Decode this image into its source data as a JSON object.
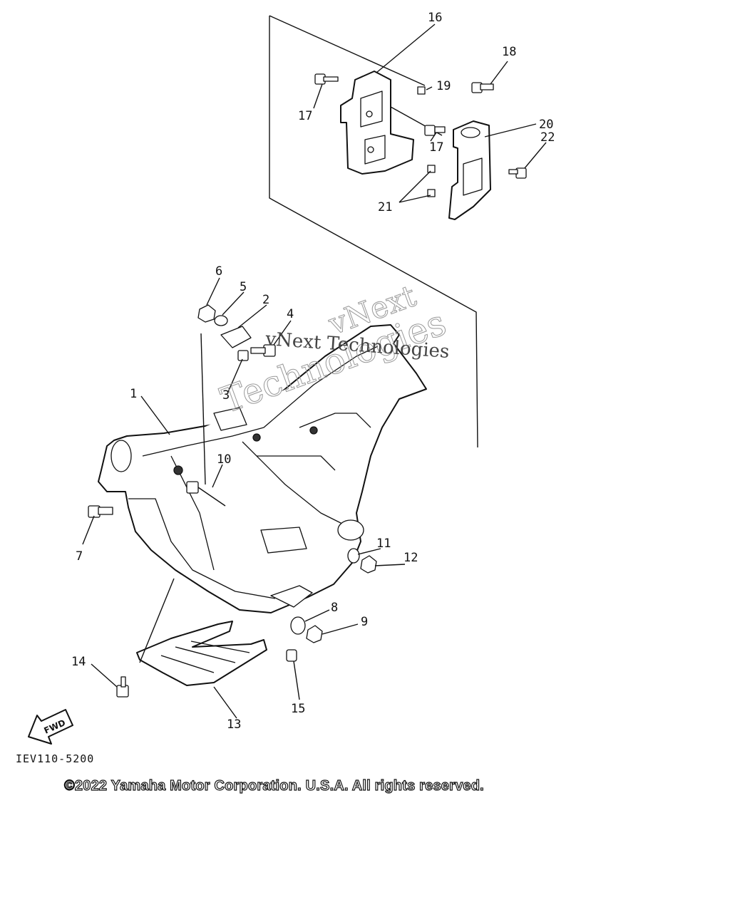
{
  "callouts": [
    {
      "id": "1",
      "label": "1"
    },
    {
      "id": "2",
      "label": "2"
    },
    {
      "id": "3",
      "label": "3"
    },
    {
      "id": "4",
      "label": "4"
    },
    {
      "id": "5",
      "label": "5"
    },
    {
      "id": "6",
      "label": "6"
    },
    {
      "id": "7",
      "label": "7"
    },
    {
      "id": "8",
      "label": "8"
    },
    {
      "id": "9",
      "label": "9"
    },
    {
      "id": "10",
      "label": "10"
    },
    {
      "id": "11",
      "label": "11"
    },
    {
      "id": "12",
      "label": "12"
    },
    {
      "id": "13",
      "label": "13"
    },
    {
      "id": "14",
      "label": "14"
    },
    {
      "id": "15",
      "label": "15"
    },
    {
      "id": "16",
      "label": "16"
    },
    {
      "id": "17a",
      "label": "17"
    },
    {
      "id": "17b",
      "label": "17"
    },
    {
      "id": "18",
      "label": "18"
    },
    {
      "id": "19",
      "label": "19"
    },
    {
      "id": "20",
      "label": "20"
    },
    {
      "id": "21",
      "label": "21"
    },
    {
      "id": "22",
      "label": "22"
    }
  ],
  "fwd_label": "FWD",
  "reference_code": "IEV110-5200",
  "copyright": "©2022 Yamaha Motor Corporation. U.S.A. All rights reserved.",
  "watermark": {
    "line1": "vNext",
    "line2": "Technologies",
    "line3": "vNext Technologies"
  }
}
